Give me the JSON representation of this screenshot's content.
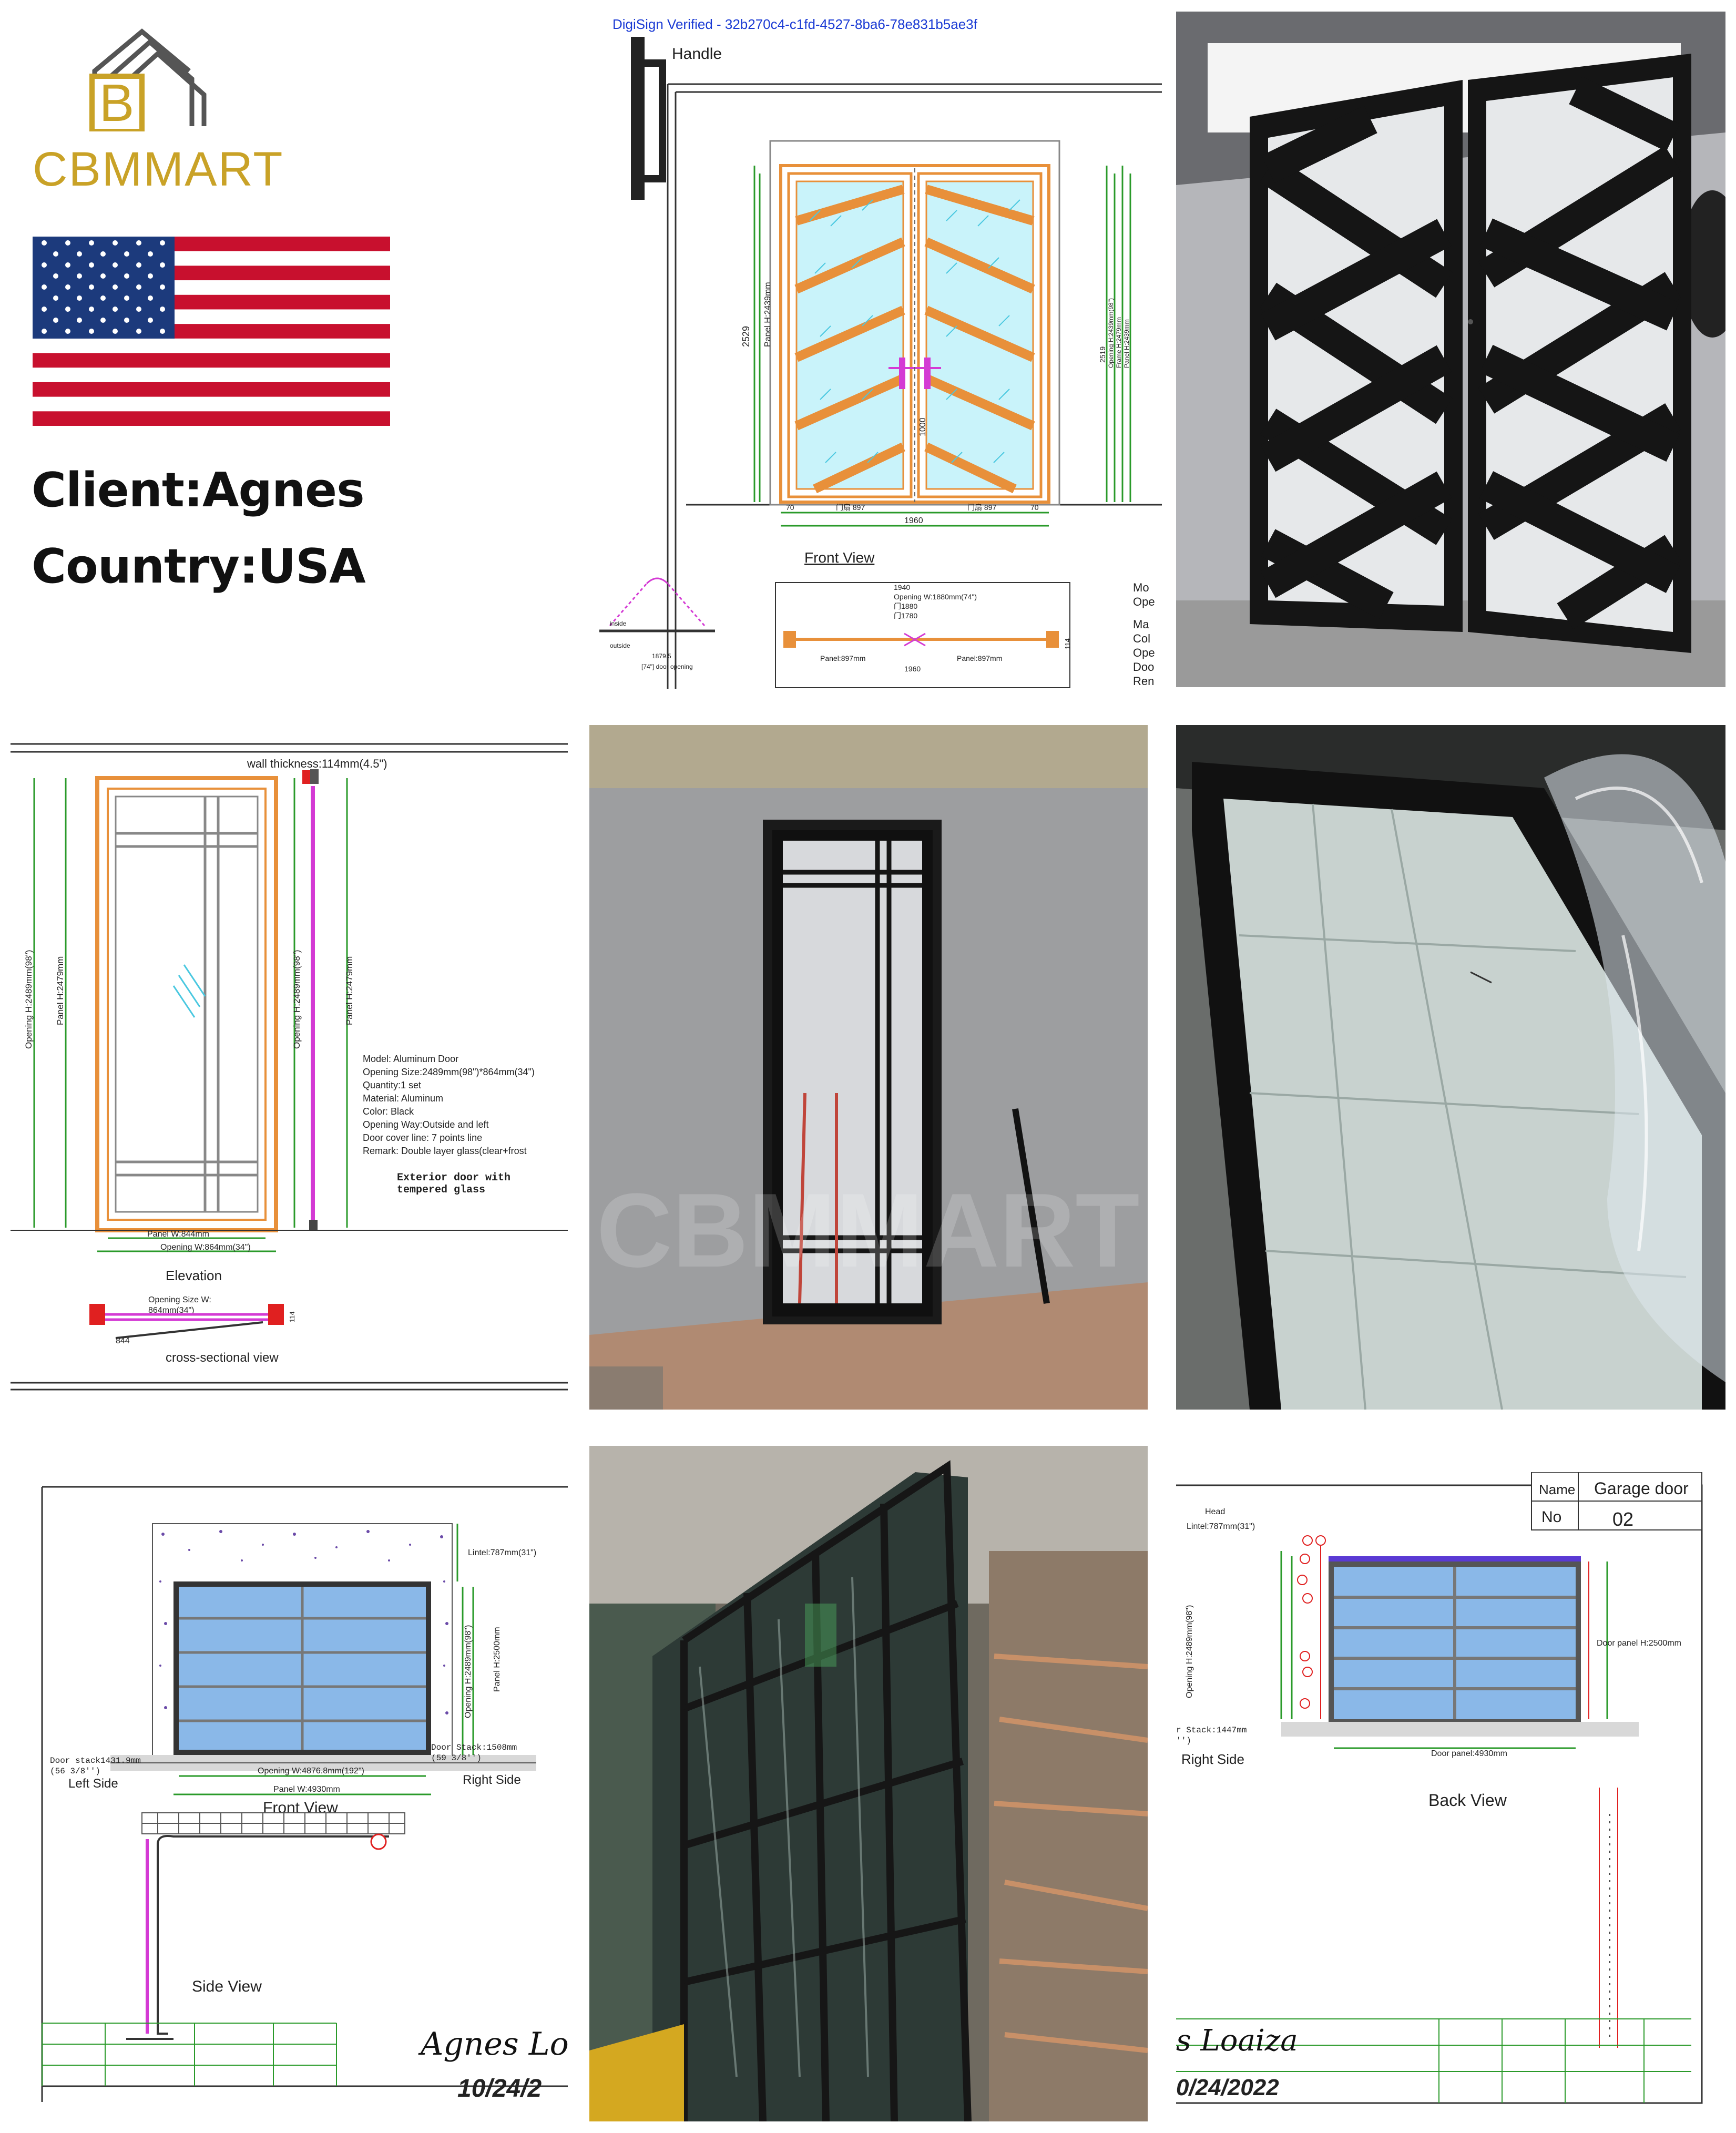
{
  "colors": {
    "brand_gold": "#c9a227",
    "frame_orange": "#e8903a",
    "glass_cyan": "#7fe0f0",
    "dim_green": "#2a9a2a",
    "magenta": "#d43ad4",
    "glass_blue": "#8ab8e8",
    "wall_purple": "#6a4aa8",
    "black_frame": "#1a1a1a",
    "sig_blue": "#1a3ad4"
  },
  "brand": {
    "logo_name": "CBMMART",
    "logo_letter": "B",
    "logo_icon": "house-outline-icon"
  },
  "flag": {
    "icon": "usa-flag-icon"
  },
  "client": {
    "client_line": "Client:Agnes",
    "country_line": "Country:USA"
  },
  "drawing_double_door": {
    "digisign": "DigiSign Verified - 32b270c4-c1fd-4527-8ba6-78e831b5ae3f",
    "handle_label": "Handle",
    "front_view": "Front View",
    "dim_height": "2529",
    "dim_panel_height": "Panel H:2439mm",
    "dim_center": "1000",
    "dim_width": "1960",
    "dim_opening_left": "70",
    "dim_opening_right": "70",
    "dim_panel_left": "门扇 897",
    "dim_panel_right": "门扇 897",
    "right_dims": [
      "2519",
      "Opening H:2439mm(98\")",
      "Frame H:2479mm",
      "Panel H:2439mm"
    ],
    "plan_top": "1940",
    "plan_opening": "Opening W:1880mm(74\")",
    "plan_inner": "门1880",
    "plan_inner2": "门1780",
    "plan_panel_left": "Panel:897mm",
    "plan_panel_right": "Panel:897mm",
    "plan_width": "1960",
    "plan_side": "114",
    "swing_inside": "inside",
    "swing_outside": "outside",
    "swing_width": "1879.5",
    "swing_opening": "[74\"] door opening",
    "side_notes": [
      "Mo",
      "Ope",
      "Ma",
      "Col",
      "Ope",
      "Doo",
      "Ren"
    ]
  },
  "drawing_single_door": {
    "wall_thickness": "wall thickness:114mm(4.5\")",
    "dim_opening_h": "Opening H:2489mm(98\")",
    "dim_panel_h": "Panel H:2479mm",
    "dim_opening_h2": "Opening H:2489mm(98\")",
    "dim_panel_h2": "Panel H:2479mm",
    "spec_lines": [
      "Model: Aluminum Door",
      "Opening Size:2489mm(98\")*864mm(34\")",
      "Quantity:1 set",
      "Material: Aluminum",
      "Color: Black",
      "Opening Way:Outside and left",
      "Door cover line: 7 points line",
      "Remark: Double layer glass(clear+frost"
    ],
    "note_line1": "Exterior door with",
    "note_line2": "tempered glass",
    "panel_w": "Panel W:844mm",
    "opening_w": "Opening W:864mm(34\")",
    "elevation": "Elevation",
    "opening_size_w": "Opening Size W:",
    "opening_size_val": "864mm(34\")",
    "section_dim": "844",
    "section_side": "114",
    "cross_section": "cross-sectional view"
  },
  "drawing_garage_front": {
    "lintel": "Lintel:787mm(31\")",
    "opening_h": "Opening H:2489mm(98\")",
    "panel_h": "Panel H:2500mm",
    "opening_w": "Opening W:4876.8mm(192\")",
    "panel_w": "Panel W:4930mm",
    "left_stack": "Door stack1431.9mm",
    "left_stack_in": "(56 3/8'')",
    "right_stack": "Door Stack:1508mm",
    "right_stack_in": "(59 3/8'')",
    "left_side": "Left Side",
    "front_view": "Front View",
    "right_side": "Right Side",
    "side_view": "Side View",
    "signature": "Agnes Loa",
    "date": "10/24/2"
  },
  "drawing_garage_back": {
    "name_label": "Name",
    "name_value": "Garage door",
    "no_label": "No",
    "no_value": "02",
    "head": "Head",
    "lintel": "Lintel:787mm(31\")",
    "opening_h": "Opening H:2489mm(98\")",
    "door_panel_h": "Door panel H:2500mm",
    "stack": "r Stack:1447mm",
    "stack_in": "'')",
    "door_panel_w": "Door panel:4930mm",
    "right_side": "Right Side",
    "back_view": "Back View",
    "signature": "s Loaiza",
    "date": "0/24/2022"
  },
  "photos": {
    "double_door_photo": "black-double-door-photo",
    "installed_door_photo": "installed-single-door-photo",
    "glass_panel_photo": "frosted-glass-panel-photo",
    "garage_door_photo": "glass-garage-door-photo",
    "watermark": "CBMMART"
  }
}
